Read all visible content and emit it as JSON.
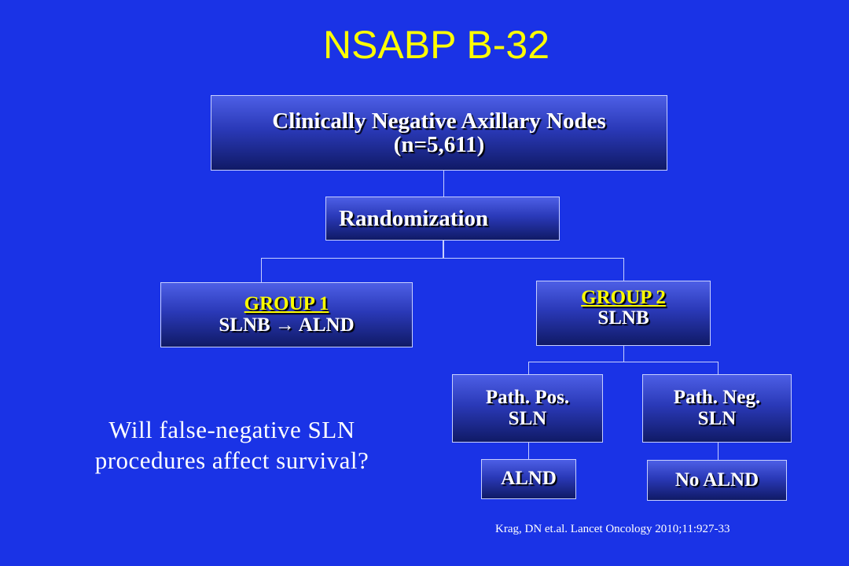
{
  "title": "NSABP B-32",
  "diagram": {
    "population": {
      "line1": "Clinically Negative Axillary Nodes",
      "line2": "(n=5,611)"
    },
    "randomization": "Randomization",
    "group1": {
      "label": "GROUP 1",
      "detail": "SLNB → ALND"
    },
    "group2": {
      "label": "GROUP 2",
      "detail": "SLNB"
    },
    "path_pos": {
      "line1": "Path. Pos.",
      "line2": "SLN"
    },
    "path_neg": {
      "line1": "Path. Neg.",
      "line2": "SLN"
    },
    "alnd": "ALND",
    "no_alnd": "No ALND"
  },
  "question": {
    "line1": "Will false-negative SLN",
    "line2": "procedures affect survival?"
  },
  "reference": "Krag, DN et.al.  Lancet Oncology 2010;11:927-33"
}
